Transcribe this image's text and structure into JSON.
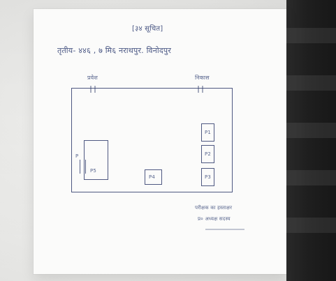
{
  "paper": {
    "heading": "[३४ सूचित]",
    "subheading": "तृतीय- ४४६ , ७ मि६ नराथपुर. विनोदपुर",
    "top_left_label": "प्रवेश",
    "top_right_label": "निकास",
    "left_side_label": "P",
    "box_labels": [
      "P1",
      "P2",
      "P3",
      "P4",
      "P5"
    ],
    "signature_lines": [
      "परीक्षक का हस्ताक्षर",
      "प्र० अध्यक्ष सदस्य"
    ]
  }
}
